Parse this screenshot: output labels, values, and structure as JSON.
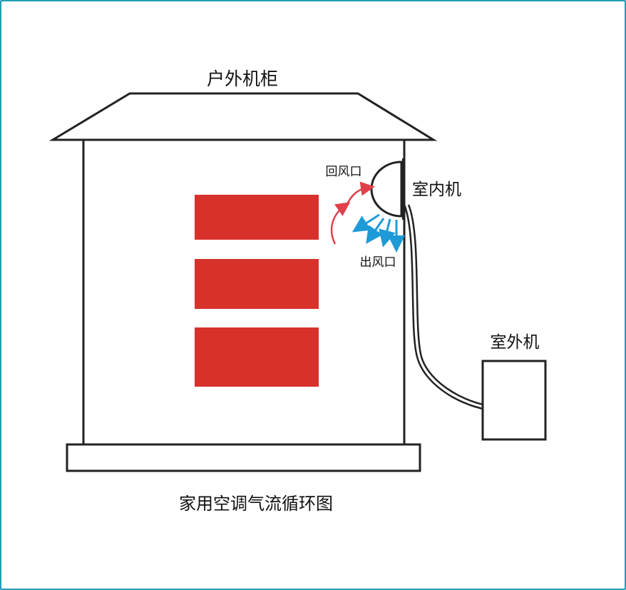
{
  "diagram": {
    "cabinet_label": "户外机柜",
    "indoor_unit_label": "室内机",
    "return_vent_label": "回风口",
    "outlet_vent_label": "出风口",
    "outdoor_unit_label": "室外机",
    "caption": "家用空调气流循环图"
  },
  "colors": {
    "frame": "#1f9fb6",
    "equipment_block": "#d8312c",
    "return_air_arrow": "#e0404a",
    "supply_air_arrow": "#1e9ad6",
    "outline": "#222222"
  },
  "icons": {
    "return_air": "curved-red-arrow-icon",
    "supply_air": "blue-arrows-icon"
  }
}
